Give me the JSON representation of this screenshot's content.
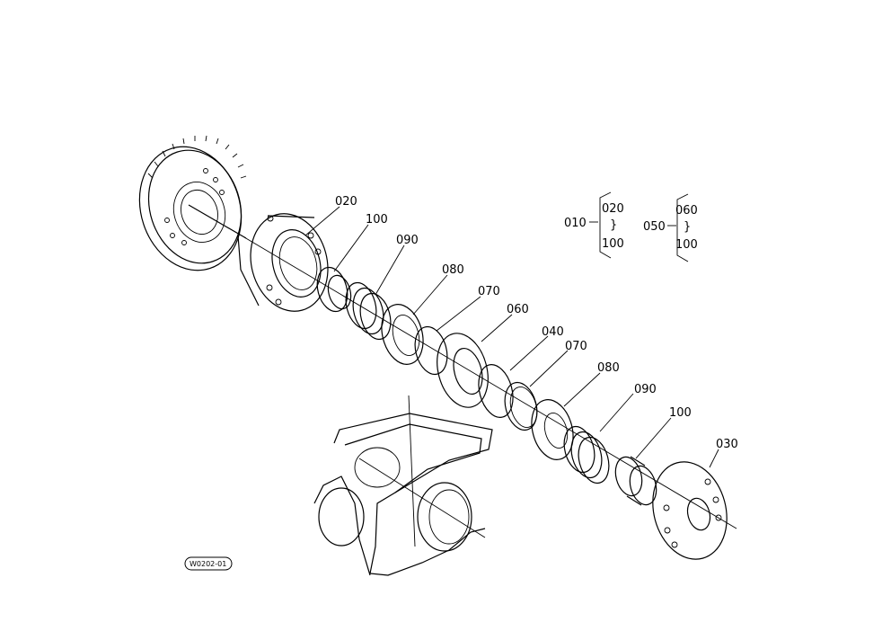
{
  "labels": {
    "p020": "020",
    "p100a": "100",
    "p090a": "090",
    "p080a": "080",
    "p070a": "070",
    "p060": "060",
    "p040": "040",
    "p070b": "070",
    "p080b": "080",
    "p090b": "090",
    "p100b": "100",
    "p030": "030"
  },
  "legend": {
    "assy1": {
      "parent": "010",
      "from": "020",
      "tilde": "}",
      "to": "100"
    },
    "assy2": {
      "parent": "050",
      "from": "060",
      "tilde": "}",
      "to": "100"
    }
  },
  "drawing_code": "W0202-01"
}
